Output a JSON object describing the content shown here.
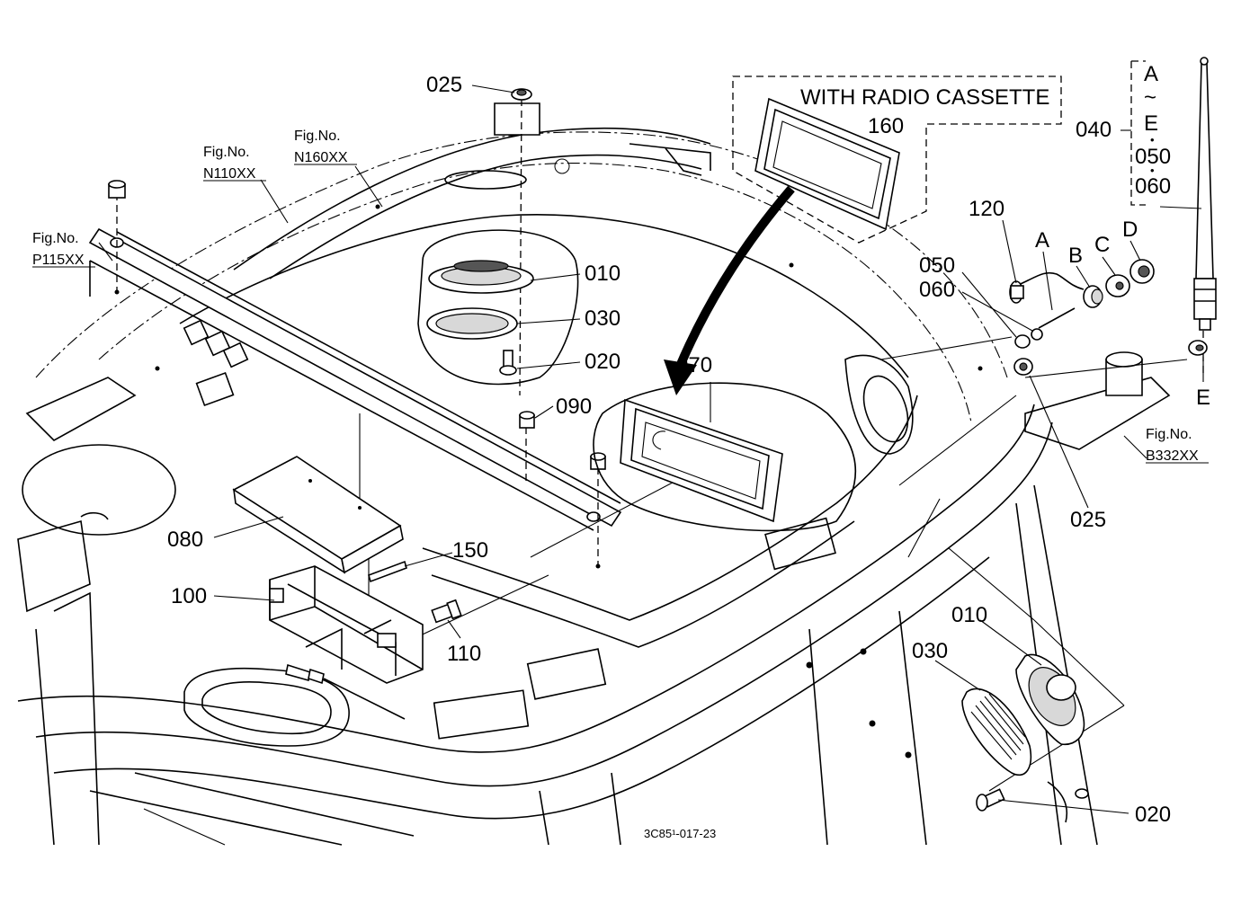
{
  "drawing_code": "3C85¹-017-23",
  "variant_box": {
    "title": "WITH RADIO CASSETTE",
    "part": "160"
  },
  "figure_refs": [
    {
      "fig_label": "Fig.No.",
      "code": "N110XX"
    },
    {
      "fig_label": "Fig.No.",
      "code": "N160XX"
    },
    {
      "fig_label": "Fig.No.",
      "code": "P115XX"
    },
    {
      "fig_label": "Fig.No.",
      "code": "B332XX"
    }
  ],
  "callouts": {
    "bolt_top": "025",
    "speaker_left": "010",
    "grille_left": "030",
    "screw_left": "020",
    "bolt_090": "090",
    "panel_070": "070",
    "cover_080": "080",
    "clip_150": "150",
    "bracket_100": "100",
    "connector_110": "110",
    "cable_120": "120",
    "nut_050": "050",
    "washer_060": "060",
    "letter_a": "A",
    "letter_b": "B",
    "letter_c": "C",
    "letter_d": "D",
    "letter_e": "E",
    "antenna_040": "040",
    "range_a": "A",
    "range_tilde": "~",
    "range_e": "E",
    "range_050": "050",
    "range_060": "060",
    "nut_025_right": "025",
    "speaker_right": "010",
    "grille_right": "030",
    "screw_right": "020"
  }
}
